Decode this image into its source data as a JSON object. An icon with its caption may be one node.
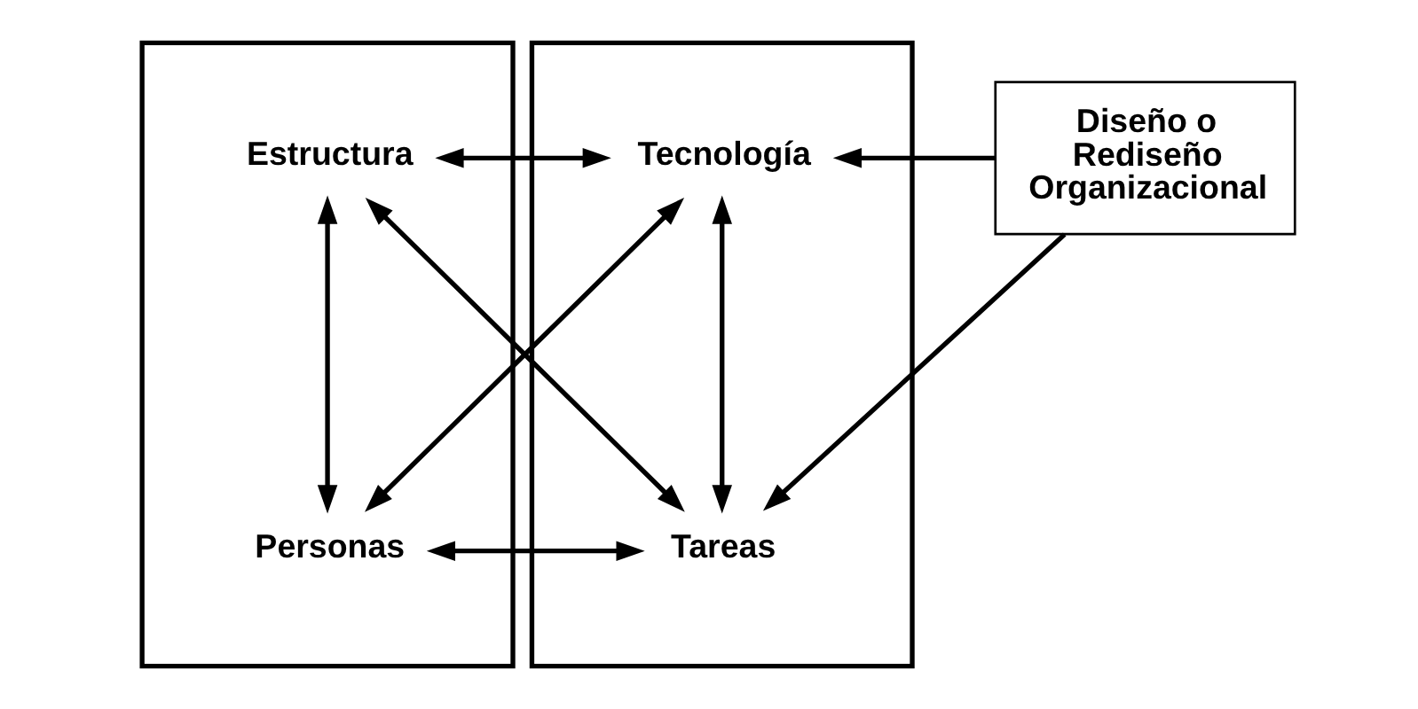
{
  "diagram": {
    "nodes": [
      {
        "text": [],
        "shape": "box"
      },
      {
        "text": [],
        "shape": "box"
      },
      {
        "text": [
          "Estructura"
        ],
        "in": 0
      },
      {
        "text": [
          "Tecnología"
        ],
        "in": 1
      },
      {
        "text": [
          "Personas"
        ],
        "in": 0
      },
      {
        "text": [
          "Tareas"
        ],
        "in": 1
      },
      {
        "text": [
          "Diseño o Rediseño Organizacional"
        ]
      }
    ],
    "edges": [
      {
        "from": 2,
        "to": 3,
        "arrow": "both"
      },
      {
        "from": 2,
        "to": 4,
        "arrow": "both"
      },
      {
        "from": 2,
        "to": 5,
        "arrow": "both"
      },
      {
        "from": 3,
        "to": 4,
        "arrow": "both"
      },
      {
        "from": 3,
        "to": 5,
        "arrow": "both"
      },
      {
        "from": 4,
        "to": 5,
        "arrow": "both"
      },
      {
        "from": 6,
        "to": 3,
        "arrow": "to"
      },
      {
        "from": 6,
        "to": 5,
        "arrow": "to"
      }
    ]
  }
}
